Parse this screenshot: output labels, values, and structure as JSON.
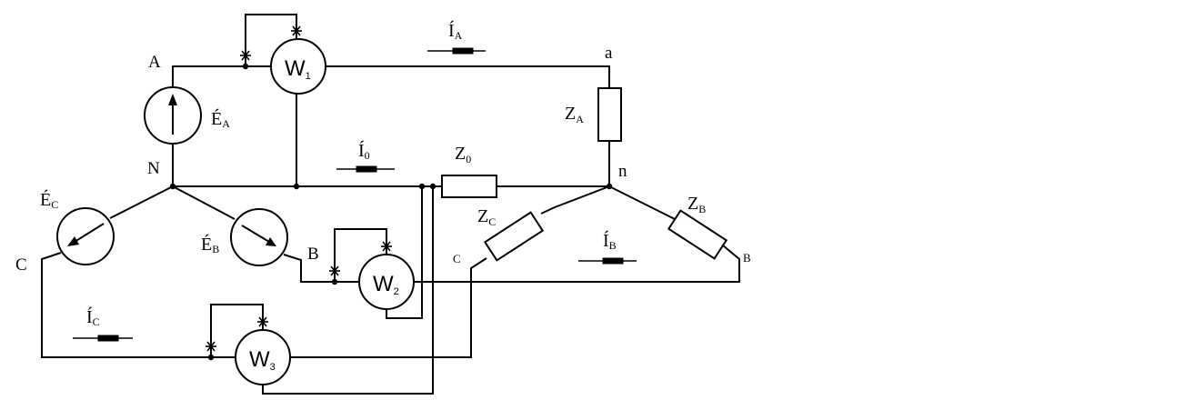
{
  "nodes": {
    "A": "A",
    "N": "N",
    "B": "B",
    "C": "C",
    "a": "a",
    "n": "n",
    "b": "B",
    "c": "C"
  },
  "sources": {
    "EA": {
      "main": "É",
      "sub": "A"
    },
    "EB": {
      "main": "É",
      "sub": "B"
    },
    "EC": {
      "main": "É",
      "sub": "C"
    }
  },
  "impedances": {
    "ZA": {
      "main": "Z",
      "sub": "A"
    },
    "ZB": {
      "main": "Z",
      "sub": "B"
    },
    "ZC": {
      "main": "Z",
      "sub": "C"
    },
    "Z0": {
      "main": "Z",
      "sub": "0"
    }
  },
  "currents": {
    "IA": {
      "main": "Í",
      "sub": "A"
    },
    "IB": {
      "main": "Í",
      "sub": "B"
    },
    "IC": {
      "main": "Í",
      "sub": "C"
    },
    "I0": {
      "main": "Í",
      "sub": "0"
    }
  },
  "wattmeters": {
    "W1": {
      "main": "W",
      "sub": "1"
    },
    "W2": {
      "main": "W",
      "sub": "2"
    },
    "W3": {
      "main": "W",
      "sub": "3"
    }
  }
}
